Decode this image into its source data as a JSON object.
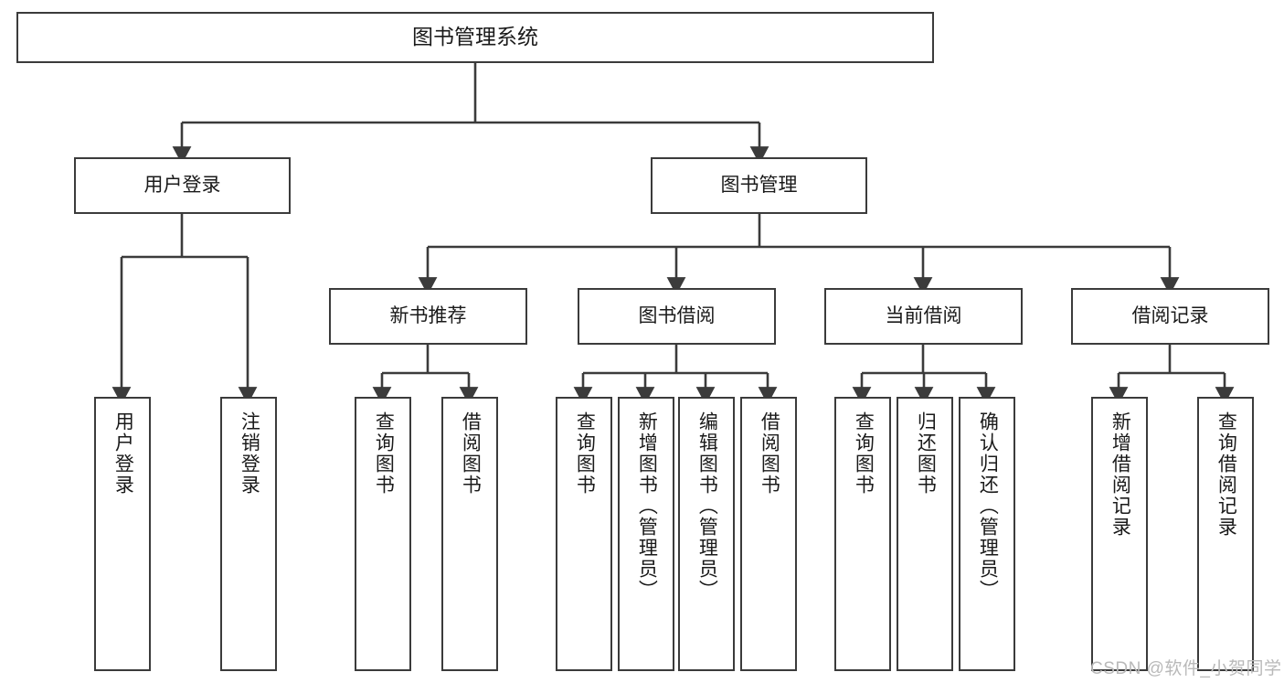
{
  "diagram": {
    "title": "图书管理系统",
    "type": "hierarchy-tree",
    "orientation": "top-down",
    "stroke_color": "#3b3b3b",
    "fill_color": "#ffffff",
    "text_color": "#1a1a1a"
  },
  "nodes": {
    "root": {
      "label": "图书管理系统"
    },
    "level1": [
      {
        "label": "用户登录"
      },
      {
        "label": "图书管理"
      }
    ],
    "level2": [
      {
        "label": "新书推荐"
      },
      {
        "label": "图书借阅"
      },
      {
        "label": "当前借阅"
      },
      {
        "label": "借阅记录"
      }
    ],
    "leaves": {
      "user_login": [
        {
          "label": "用户登录"
        },
        {
          "label": "注销登录"
        }
      ],
      "new_book": [
        {
          "label": "查询图书"
        },
        {
          "label": "借阅图书"
        }
      ],
      "book_borrow": [
        {
          "label": "查询图书"
        },
        {
          "label": "新增图书（管理员）"
        },
        {
          "label": "编辑图书（管理员）"
        },
        {
          "label": "借阅图书"
        }
      ],
      "current_borrow": [
        {
          "label": "查询图书"
        },
        {
          "label": "归还图书"
        },
        {
          "label": "确认归还（管理员）"
        }
      ],
      "borrow_record": [
        {
          "label": "新增借阅记录"
        },
        {
          "label": "查询借阅记录"
        }
      ]
    }
  },
  "watermark": {
    "text": "CSDN @软件_小贺同学"
  }
}
